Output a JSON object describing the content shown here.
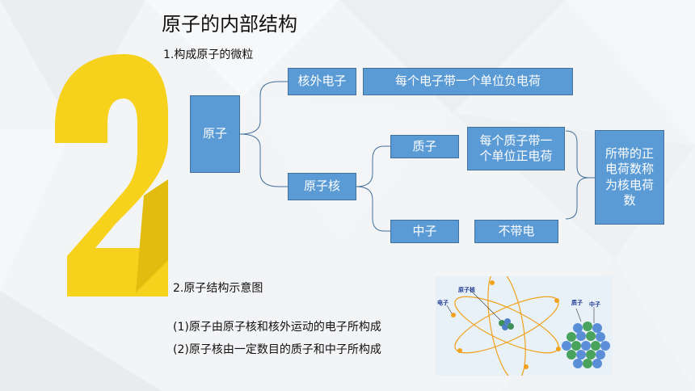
{
  "title": "原子的内部结构",
  "section1": "1.构成原子的微粒",
  "boxes": {
    "atom": "原子",
    "electron": "核外电子",
    "electron_desc": "每个电子带一个单位负电荷",
    "nucleus": "原子核",
    "proton": "质子",
    "proton_desc": "每个质子带一个单位正电荷",
    "neutron": "中子",
    "neutron_desc": "不带电",
    "charge_note": "所带的正电荷数称为核电荷数"
  },
  "section2": "2.原子结构示意图",
  "lines": [
    "(1)原子由原子核和核外运动的电子所构成",
    "(2)原子核由一定数目的质子和中子所构成"
  ],
  "diagram_labels": {
    "nucleus": "原子核",
    "electron": "电子",
    "proton": "质子",
    "neutron": "中子"
  },
  "colors": {
    "box_fill": "#5b9bd5",
    "box_border": "#41719c",
    "accent_yellow": "#f6d21c"
  }
}
